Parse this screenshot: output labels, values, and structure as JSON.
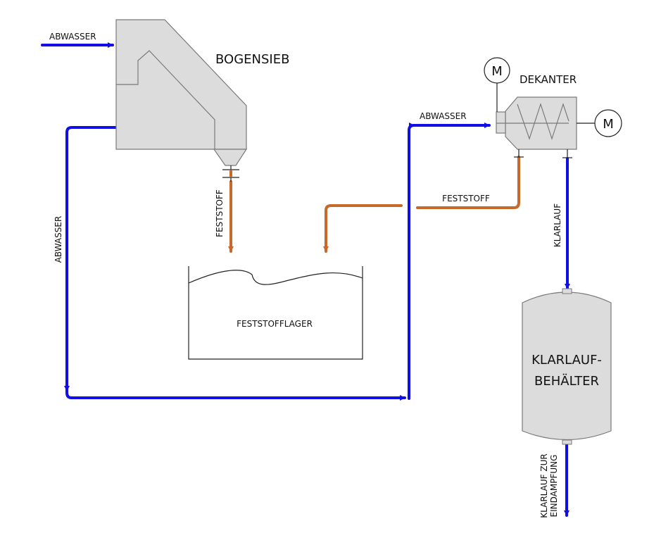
{
  "labels": {
    "abwasser_inlet": "ABWASSER",
    "bogensieb": "BOGENSIEB",
    "abwasser_return": "ABWASSER",
    "feststoff_sieve": "FESTSTOFF",
    "feststofflager": "FESTSTOFFLAGER",
    "abwasser_decanter": "ABWASSER",
    "dekanter": "DEKANTER",
    "motor": "M",
    "feststoff_decanter": "FESTSTOFF",
    "klarlauf": "KLARLAUF",
    "tank_line1": "KLARLAUF-",
    "tank_line2": "BEHÄLTER",
    "outlet_line1": "KLARLAUF ZUR",
    "outlet_line2": "EINDAMPFUNG"
  },
  "colors": {
    "water": "#1010e6",
    "solids": "#c8692c",
    "equipment_fill": "#dcdcdc",
    "equipment_stroke": "#7a7a7a",
    "outline": "#222222"
  }
}
